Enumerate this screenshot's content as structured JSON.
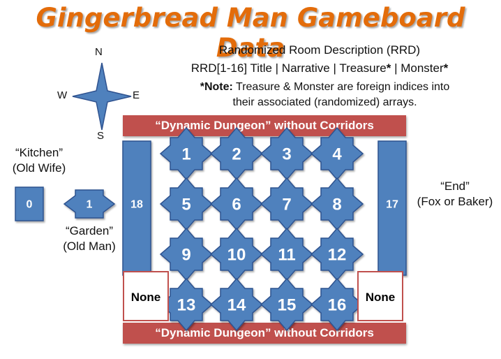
{
  "title": "Gingerbread Man Gameboard Data",
  "rrd": {
    "line1": "Randomized Room Description (RRD)",
    "line2_main": "RRD[1-16] Title  |  Narrative  |  Treasure",
    "line2_mid": "  |  Monster",
    "star": "*",
    "note_prefix": "*Note:",
    "note_text": " Treasure & Monster are foreign indices into",
    "note_line2": "their associated (randomized) arrays."
  },
  "compass": {
    "n": "N",
    "s": "S",
    "e": "E",
    "w": "W"
  },
  "banner_top": "“Dynamic Dungeon” without Corridors",
  "banner_bottom": "“Dynamic Dungeon” without Corridors",
  "labels": {
    "kitchen": "“Kitchen”",
    "kitchen_sub": "(Old Wife)",
    "garden": "“Garden”",
    "garden_sub": "(Old Man)",
    "end": "“End”",
    "end_sub": "(Fox or Baker)"
  },
  "rooms": {
    "r0": "0",
    "r1": "1",
    "r17": "17",
    "r18": "18",
    "grid": [
      "1",
      "2",
      "3",
      "4",
      "5",
      "6",
      "7",
      "8",
      "9",
      "10",
      "11",
      "12",
      "13",
      "14",
      "15",
      "16"
    ]
  },
  "none_left": "None",
  "none_right": "None",
  "colors": {
    "room": "#4f81bd",
    "room_dark": "#2f528f",
    "banner": "#c0504d",
    "title": "#e36c0a"
  }
}
